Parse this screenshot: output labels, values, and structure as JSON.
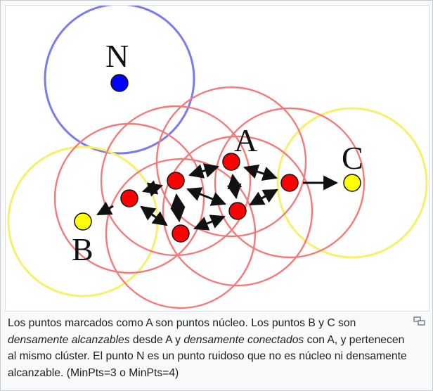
{
  "figure": {
    "labels": {
      "core": "A",
      "border_b": "B",
      "border_c": "C",
      "noise": "N"
    },
    "colors": {
      "core_point": "#ff0000",
      "core_radius": "#f47a7a",
      "border_point": "#ffff00",
      "border_radius": "#f6f06a",
      "noise_point": "#0000ff",
      "noise_radius": "#7b7bf0",
      "arrow": "#111111"
    }
  },
  "caption": {
    "part1": "Los puntos marcados como A son puntos núcleo. Los puntos B y C son ",
    "em1": "densamente alcanzables",
    "part2": " desde A y ",
    "em2": "densamente conectados",
    "part3": " con A, y pertenecen al mismo clúster. El punto N es un punto ruidoso que no es núcleo ni densamente alcanzable. (MinPts=3 o MinPts=4)",
    "enlarge_icon": "enlarge-icon"
  }
}
